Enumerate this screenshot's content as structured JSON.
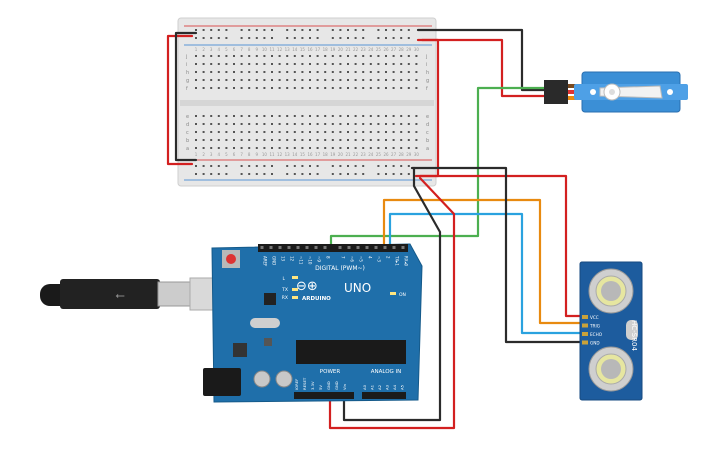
{
  "breadboard": {
    "row_letters_top": [
      "j",
      "i",
      "h",
      "g",
      "f"
    ],
    "row_letters_bottom": [
      "e",
      "d",
      "c",
      "b",
      "a"
    ],
    "column_count": 30
  },
  "arduino": {
    "brand": "ARDUINO",
    "model": "UNO",
    "digital_header_label": "DIGITAL (PWM~)",
    "power_label": "POWER",
    "analog_label": "ANALOG IN",
    "digital_pins": [
      "AREF",
      "GND",
      "13",
      "12",
      "~11",
      "~10",
      "~9",
      "8",
      "7",
      "~6",
      "~5",
      "4",
      "~3",
      "2",
      "TX▸1",
      "RX◂0"
    ],
    "power_pins": [
      "IOREF",
      "RESET",
      "3.3V",
      "5V",
      "GND",
      "GND",
      "Vin"
    ],
    "analog_pins": [
      "A0",
      "A1",
      "A2",
      "A3",
      "A4",
      "A5"
    ],
    "led_labels": [
      "L",
      "TX",
      "RX"
    ],
    "on_label": "ON",
    "accent": "#1f6faa"
  },
  "sensor": {
    "model": "HC-SR04",
    "pins": [
      "VCC",
      "TRIG",
      "ECHO",
      "GND"
    ],
    "accent": "#1d5c9e"
  },
  "servo": {
    "accent": "#3b8fd6"
  },
  "wires": {
    "red": "#d32020",
    "black": "#2b2b2b",
    "green": "#4caf50",
    "orange": "#e88a10",
    "blue": "#2aa2df"
  }
}
